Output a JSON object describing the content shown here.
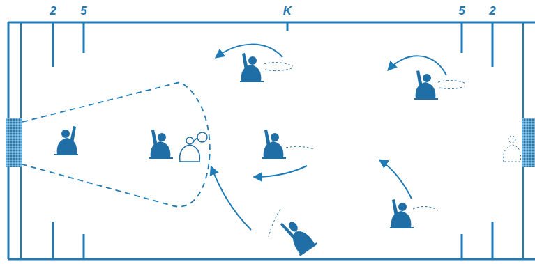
{
  "diagram": {
    "labels": [
      "2",
      "5",
      "K",
      "5",
      "2"
    ]
  }
}
